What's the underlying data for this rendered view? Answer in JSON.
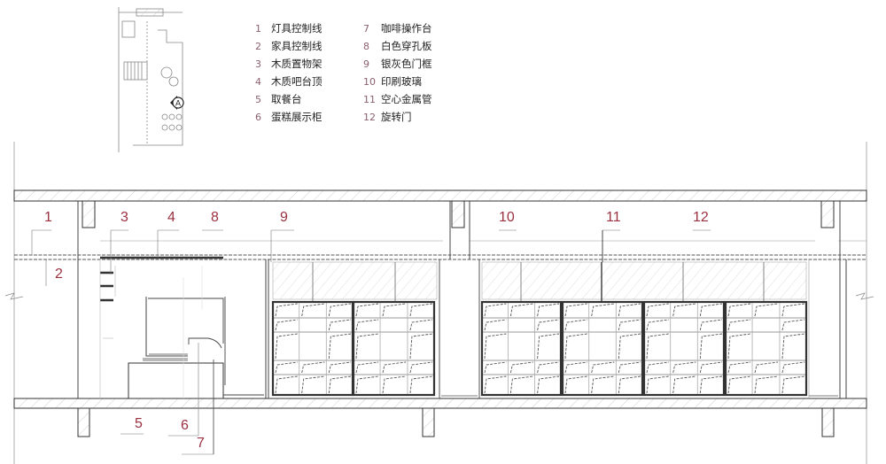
{
  "legend": {
    "items": [
      {
        "num": "1",
        "label": "灯具控制线"
      },
      {
        "num": "2",
        "label": "家具控制线"
      },
      {
        "num": "3",
        "label": "木质置物架"
      },
      {
        "num": "4",
        "label": "木质吧台顶"
      },
      {
        "num": "5",
        "label": "取餐台"
      },
      {
        "num": "6",
        "label": "蛋糕展示柜"
      },
      {
        "num": "7",
        "label": "咖啡操作台"
      },
      {
        "num": "8",
        "label": "白色穿孔板"
      },
      {
        "num": "9",
        "label": "银灰色门框"
      },
      {
        "num": "10",
        "label": "印刷玻璃"
      },
      {
        "num": "11",
        "label": "空心金属管"
      },
      {
        "num": "12",
        "label": "旋转门"
      }
    ]
  },
  "keymap": {
    "view_marker": "A"
  },
  "callouts": {
    "c1": "1",
    "c2": "2",
    "c3": "3",
    "c4": "4",
    "c5": "5",
    "c6": "6",
    "c7": "7",
    "c8": "8",
    "c9": "9",
    "c10": "10",
    "c11": "11",
    "c12": "12"
  },
  "colors": {
    "callout": "#9b3040",
    "line": "#333333",
    "hatch": "#b0b0b0"
  }
}
